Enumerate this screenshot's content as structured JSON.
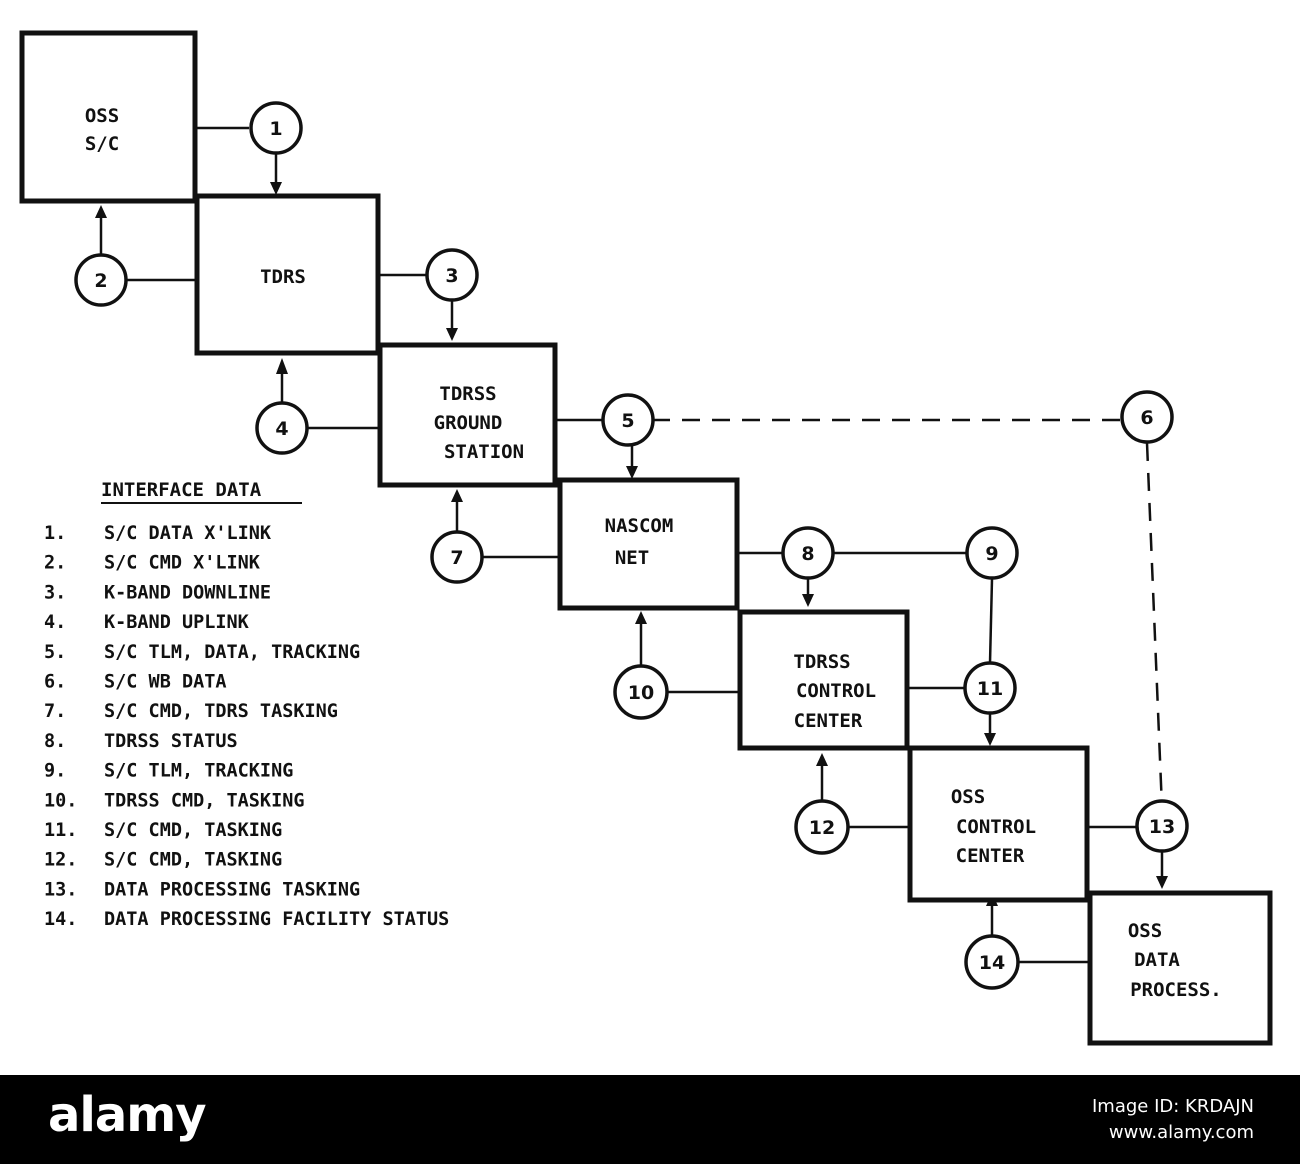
{
  "boxes": {
    "oss_sc": [
      "OSS",
      "S/C"
    ],
    "tdrs": [
      "TDRS"
    ],
    "ground": [
      "TDRSS",
      "GROUND",
      "STATION"
    ],
    "nascom": [
      "NASCOM",
      "NET"
    ],
    "tdrss_cc": [
      "TDRSS",
      "CONTROL",
      "CENTER"
    ],
    "oss_cc": [
      "OSS",
      "CONTROL",
      "CENTER"
    ],
    "oss_dp": [
      "OSS",
      "DATA",
      "PROCESS."
    ]
  },
  "bubbles": [
    "1",
    "2",
    "3",
    "4",
    "5",
    "6",
    "7",
    "8",
    "9",
    "10",
    "11",
    "12",
    "13",
    "14"
  ],
  "legend": {
    "title": "INTERFACE DATA",
    "items": [
      {
        "num": "1.",
        "text": "S/C DATA X'LINK"
      },
      {
        "num": "2.",
        "text": "S/C CMD X'LINK"
      },
      {
        "num": "3.",
        "text": "K-BAND DOWNLINE"
      },
      {
        "num": "4.",
        "text": "K-BAND UPLINK"
      },
      {
        "num": "5.",
        "text": "S/C TLM, DATA, TRACKING"
      },
      {
        "num": "6.",
        "text": "S/C WB DATA"
      },
      {
        "num": "7.",
        "text": "S/C CMD, TDRS TASKING"
      },
      {
        "num": "8.",
        "text": "TDRSS STATUS"
      },
      {
        "num": "9.",
        "text": "S/C TLM, TRACKING"
      },
      {
        "num": "10.",
        "text": "TDRSS CMD, TASKING"
      },
      {
        "num": "11.",
        "text": "S/C CMD, TASKING"
      },
      {
        "num": "12.",
        "text": "S/C CMD, TASKING"
      },
      {
        "num": "13.",
        "text": "DATA PROCESSING TASKING"
      },
      {
        "num": "14.",
        "text": "DATA PROCESSING FACILITY STATUS"
      }
    ]
  },
  "footer": {
    "logo": "alamy",
    "image_id": "Image ID: KRDAJN",
    "url": "www.alamy.com"
  }
}
